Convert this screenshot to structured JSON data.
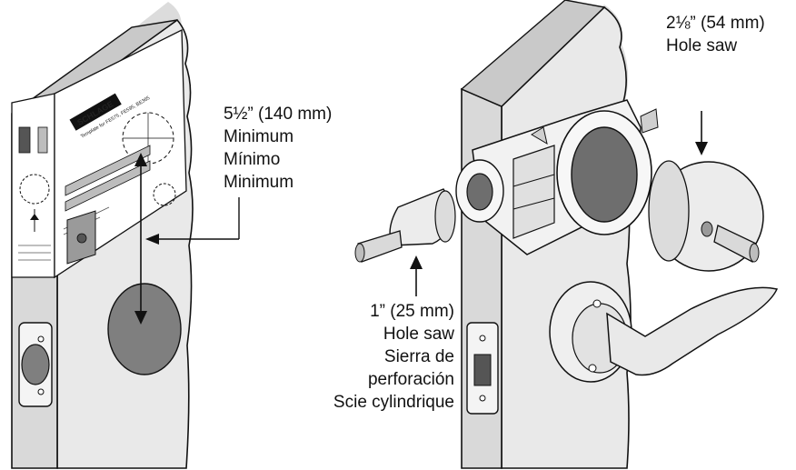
{
  "callouts": {
    "min_distance": {
      "measure": "5½” (140 mm)",
      "en": "Minimum",
      "es": "Mínimo",
      "fr": "Minimum"
    },
    "big_hole_saw": {
      "measure": "2⅛” (54 mm)",
      "en": "Hole saw"
    },
    "small_hole_saw": {
      "measure": "1” (25 mm)",
      "en": "Hole saw",
      "es_line1": "Sierra de",
      "es_line2": "perforación",
      "fr": "Scie cylindrique"
    }
  },
  "template": {
    "brand": "SCHLAGE",
    "model_line": "Template for FE575, FE595, BE365"
  },
  "colors": {
    "ink": "#111111",
    "door_face": "#e6e6e6",
    "door_edge": "#d2d2d2",
    "hole": "#7f7f7f",
    "template_paper": "#ffffff"
  }
}
